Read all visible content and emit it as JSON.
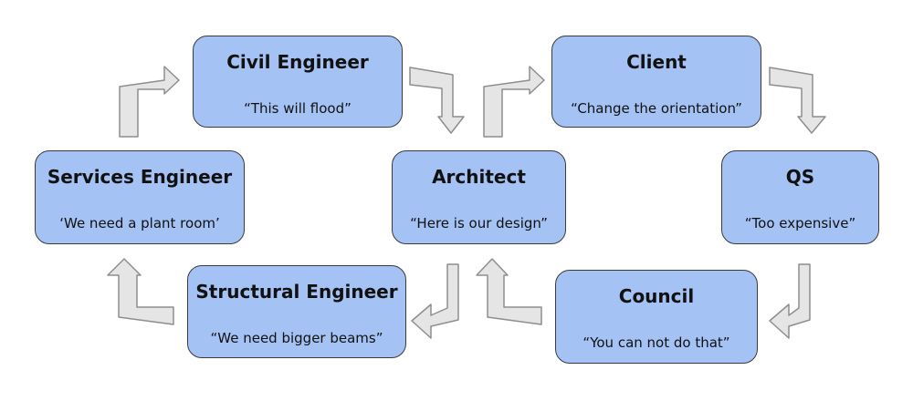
{
  "nodes": {
    "civil_engineer": {
      "title": "Civil Engineer",
      "quote": "“This will flood”"
    },
    "client": {
      "title": "Client",
      "quote": "“Change the orientation”"
    },
    "services_engineer": {
      "title": "Services Engineer",
      "quote": "‘We need a plant room’"
    },
    "architect": {
      "title": "Architect",
      "quote": "“Here is our design”"
    },
    "qs": {
      "title": "QS",
      "quote": "“Too expensive”"
    },
    "structural_engineer": {
      "title": "Structural Engineer",
      "quote": "“We need bigger beams”"
    },
    "council": {
      "title": "Council",
      "quote": "“You can not do that”"
    }
  },
  "colors": {
    "box_fill": "#a4c2f4",
    "box_border": "#3b3b3b",
    "arrow_fill": "#e5e5e5",
    "arrow_stroke": "#8e8e8e"
  }
}
